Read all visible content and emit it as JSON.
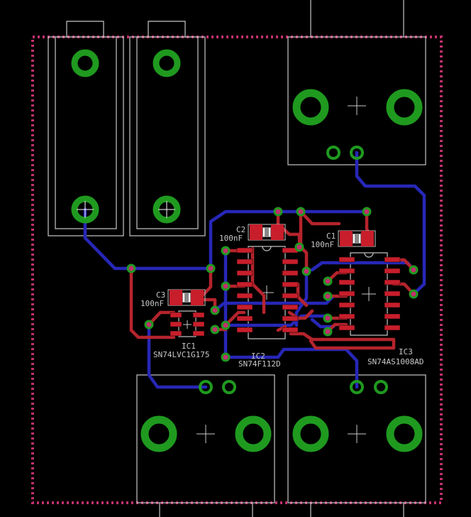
{
  "colors": {
    "background": "#000000",
    "outline": "#c8c8c8",
    "pad": "#1f9a1f",
    "top_trace": "#b5242c",
    "bottom_trace": "#2727b8",
    "board_edge": "#c2306e",
    "smd_pad": "#c81e2b",
    "via_ring": "#1f9a1f",
    "via_hole": "#c2306e"
  },
  "parts": {
    "c1": {
      "ref": "C1",
      "value": "100nF"
    },
    "c2": {
      "ref": "C2",
      "value": "100nF"
    },
    "c3": {
      "ref": "C3",
      "value": "100nF"
    },
    "ic1": {
      "ref": "IC1",
      "value": "SN74LVC1G175"
    },
    "ic2": {
      "ref": "IC2",
      "value": "SN74F112D"
    },
    "ic3": {
      "ref": "IC3",
      "value": "SN74AS1008AD"
    }
  }
}
